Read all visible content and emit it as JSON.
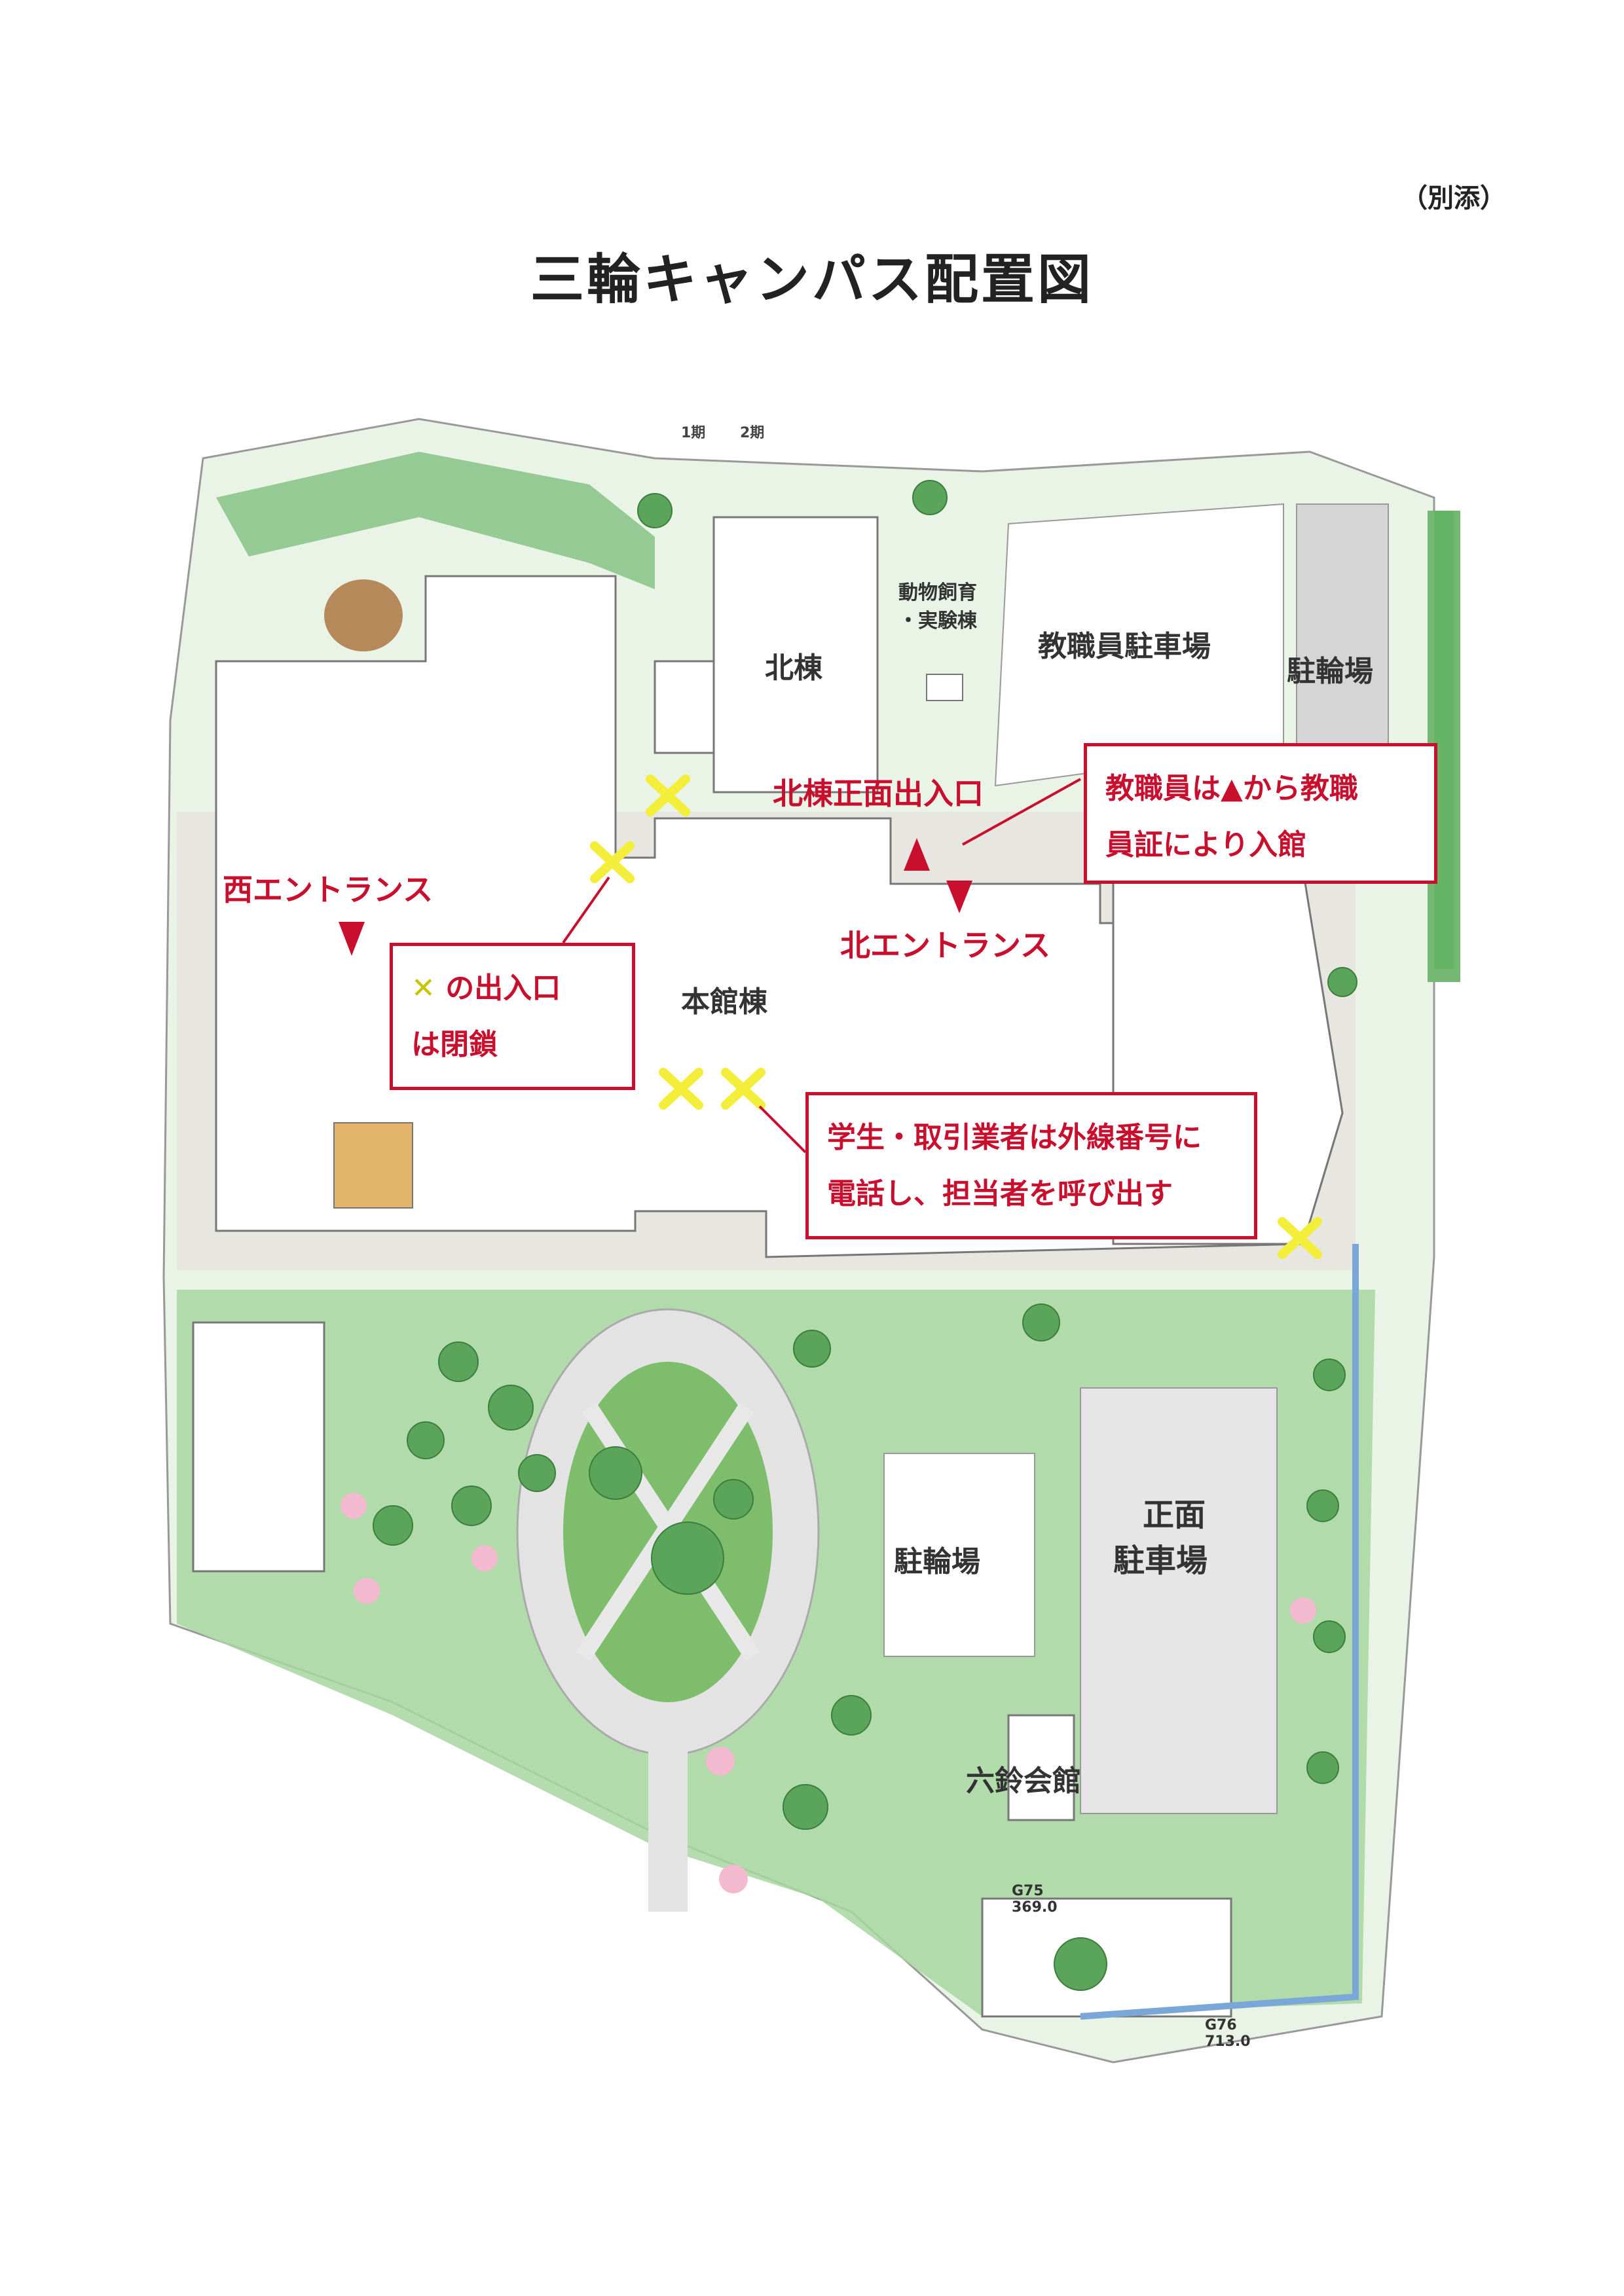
{
  "note": "（別添）",
  "title": "三輪キャンパス配置図",
  "north_labels": {
    "left": "1期",
    "right": "2期"
  },
  "buildings": {
    "north": "北棟",
    "animal": "動物飼育",
    "animal2": "・実験棟",
    "main": "本館棟",
    "staff_parking": "教職員駐車場",
    "bike_parking_north": "駐輪場",
    "bike_parking_south": "駐輪場",
    "front_parking_1": "正面",
    "front_parking_2": "駐車場",
    "rokurei": "六鈴会館"
  },
  "entrances": {
    "west": "西エントランス",
    "north": "北エントランス",
    "north_front": "北棟正面出入口"
  },
  "callouts": {
    "closed_line1": "の出入口",
    "closed_line2": "は閉鎖",
    "staff_line1": "教職員は",
    "staff_line1b": "から教職",
    "staff_line2": "員証により入館",
    "students_line1": "学生・取引業者は外線番号に",
    "students_line2": "電話し、担当者を呼び出す"
  },
  "symbols": {
    "closed": "✕",
    "entry": "▲"
  },
  "map_notes": {
    "g75": "G75",
    "g75v": "369.0",
    "g76": "G76",
    "g76v": "713.0"
  },
  "colors": {
    "accent_red": "#c8102e",
    "closed_yellow": "#f2ee3a",
    "green": "#8fc98f"
  }
}
